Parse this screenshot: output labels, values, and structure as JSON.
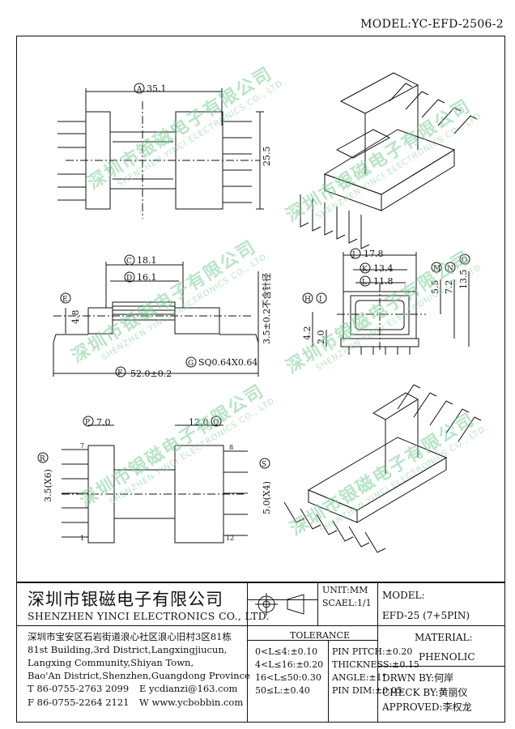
{
  "header": {
    "model_label": "MODEL:YC-EFD-2506-2"
  },
  "watermark": {
    "cn": "深圳市银磁电子有限公司",
    "en": "SHENZHEN YINCI ELECTRONICS CO., LTD."
  },
  "drawing": {
    "top_left": {
      "A": "A",
      "A_val": "35.1",
      "B": "25.5"
    },
    "front": {
      "C": "C",
      "C_val": "18.1",
      "D": "D",
      "D_val": "16.1",
      "E": "E",
      "E_val": "4.8",
      "pin_len": "3.5±0.2不含针径",
      "F": "F",
      "F_val": "52.0±0.2",
      "G": "G",
      "G_val": "SQ0.64X0.64"
    },
    "side": {
      "J": "J",
      "J_val": "17.8",
      "K": "K",
      "K_val": "13.4",
      "L": "L",
      "L_val": "11.8",
      "H": "H",
      "H_val": "4.2",
      "I": "I",
      "I_val": "2.0",
      "M": "M",
      "M_val": "5.5",
      "N": "N",
      "N_val": "7.2",
      "O": "O",
      "O_val": "13.5"
    },
    "bottom": {
      "P": "P",
      "P_val": "7.0",
      "Q": "Q",
      "Q_val": "12.0",
      "R": "R",
      "R_val": "3.5(X6)",
      "S": "S",
      "S_val": "5.0(X4)",
      "pin7": "7",
      "pin8": "8",
      "pin1": "1",
      "pin12": "12"
    }
  },
  "title_block": {
    "company_cn": "深圳市银磁电子有限公司",
    "company_en": "SHENZHEN YINCI ELECTRONICS CO., LTD.",
    "address": [
      "深圳市宝安区石岩街道浪心社区浪心旧村3区81栋",
      "81st Building,3rd District,Langxingjiucun,",
      "Langxing Community,Shiyan Town,",
      "Bao'An District,Shenzhen,Guangdong Province"
    ],
    "phone": "T 86-0755-2763 2099",
    "email": "E ycdianzi@163.com",
    "fax": "F 86-0755-2264 2121",
    "web": "W www.ycbobbin.com",
    "unit": "UNIT:MM",
    "scale": "SCAEL:1/1",
    "model_label": "MODEL:",
    "model_value": "EFD-25 (7+5PIN)",
    "tolerance_title": "TOLERANCE",
    "tolerance_left": [
      "0<L≤4:±0.10",
      "4<L≤16:±0.20",
      "16<L≤50:0.30",
      "50≤L:±0.40"
    ],
    "tolerance_right": [
      "PIN PITCH:±0.20",
      "THICKNESS:±0.15",
      "ANGLE:±1°",
      "PIN DIM:±0.05"
    ],
    "material_label": "MATERIAL:",
    "material_value": "PHENOLIC",
    "drawn_by": "DRWN BY:何岸",
    "check_by": "CHECK BY:黄丽仪",
    "approved": "APPROVED:李权龙"
  }
}
